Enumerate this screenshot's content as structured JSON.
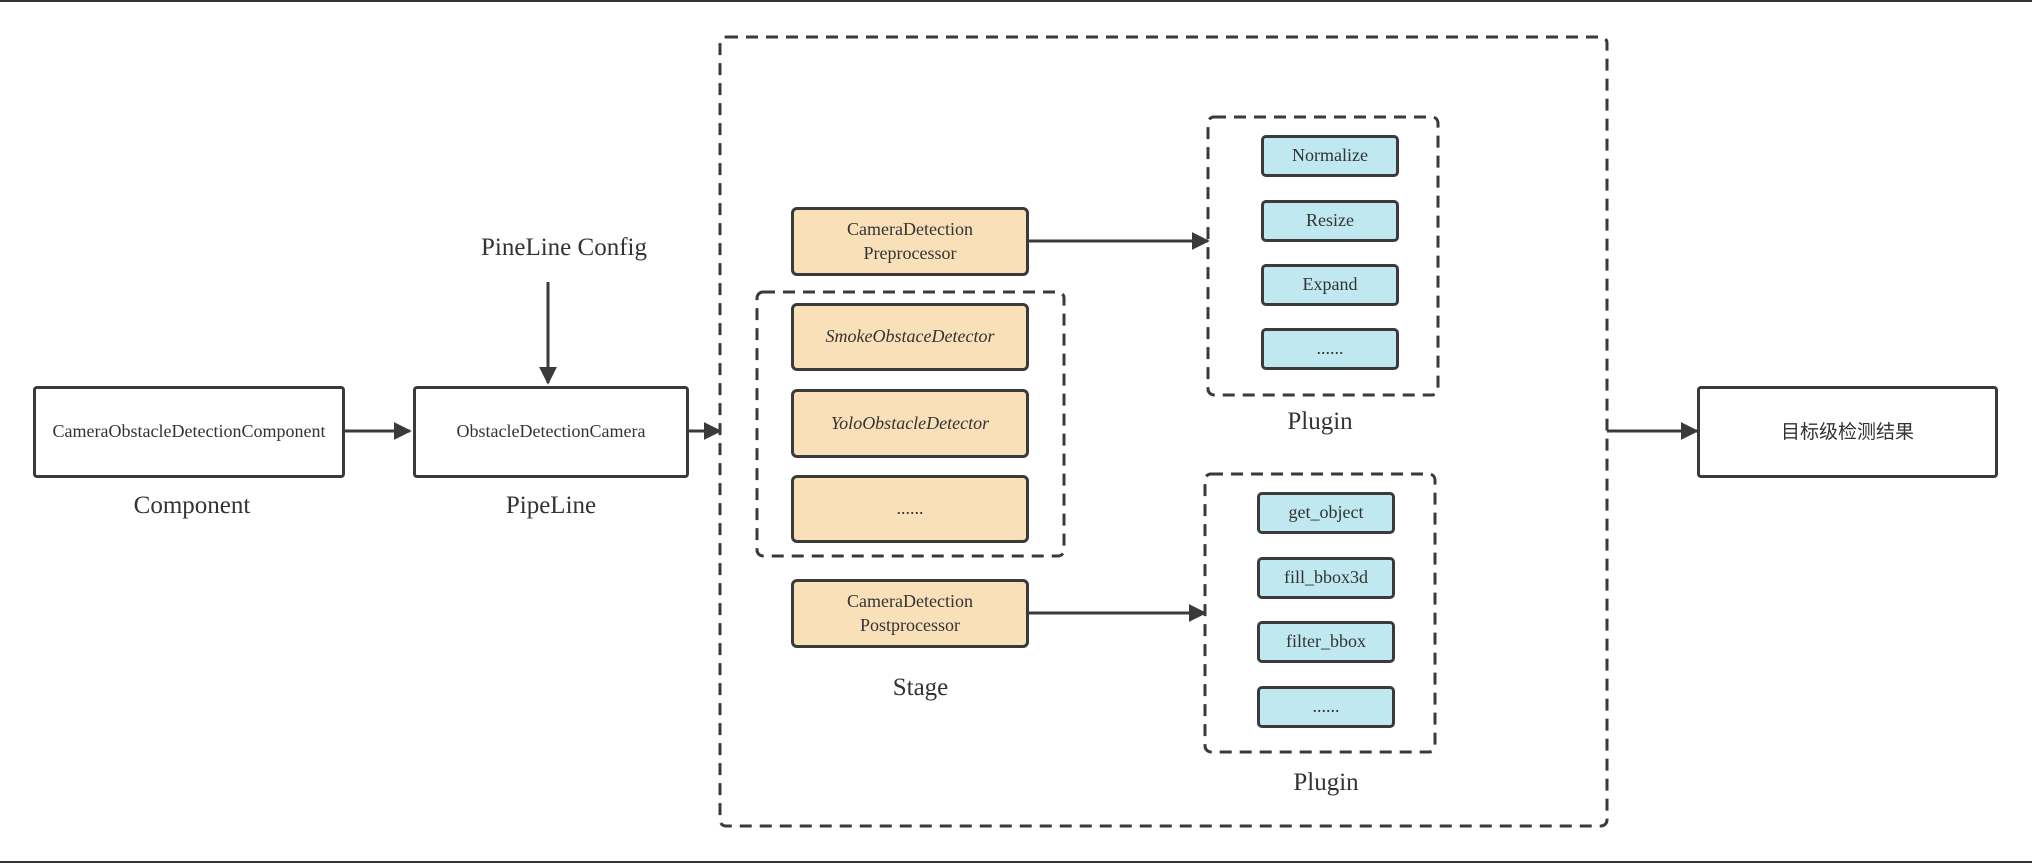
{
  "nodes": {
    "component": "CameraObstacleDetectionComponent",
    "pipeline": "ObstacleDetectionCamera",
    "preprocessor_line1": "CameraDetection",
    "preprocessor_line2": "Preprocessor",
    "smoke_detector": "SmokeObstaceDetector",
    "yolo_detector": "YoloObstacleDetector",
    "detector_more": "......",
    "postprocessor_line1": "CameraDetection",
    "postprocessor_line2": "Postprocessor",
    "result": "目标级检测结果"
  },
  "pre_plugins": [
    "Normalize",
    "Resize",
    "Expand",
    "......"
  ],
  "post_plugins": [
    "get_object",
    "fill_bbox3d",
    "filter_bbox",
    "......"
  ],
  "labels": {
    "component": "Component",
    "pipeline": "PipeLine",
    "pipeline_config": "PineLine Config",
    "stage": "Stage",
    "pre_plugin": "Plugin",
    "post_plugin": "Plugin"
  },
  "colors": {
    "stroke": "#3a3a3a",
    "stage_fill": "#fae0b8",
    "plugin_fill": "#bfe8f0",
    "node_fill": "#ffffff"
  }
}
